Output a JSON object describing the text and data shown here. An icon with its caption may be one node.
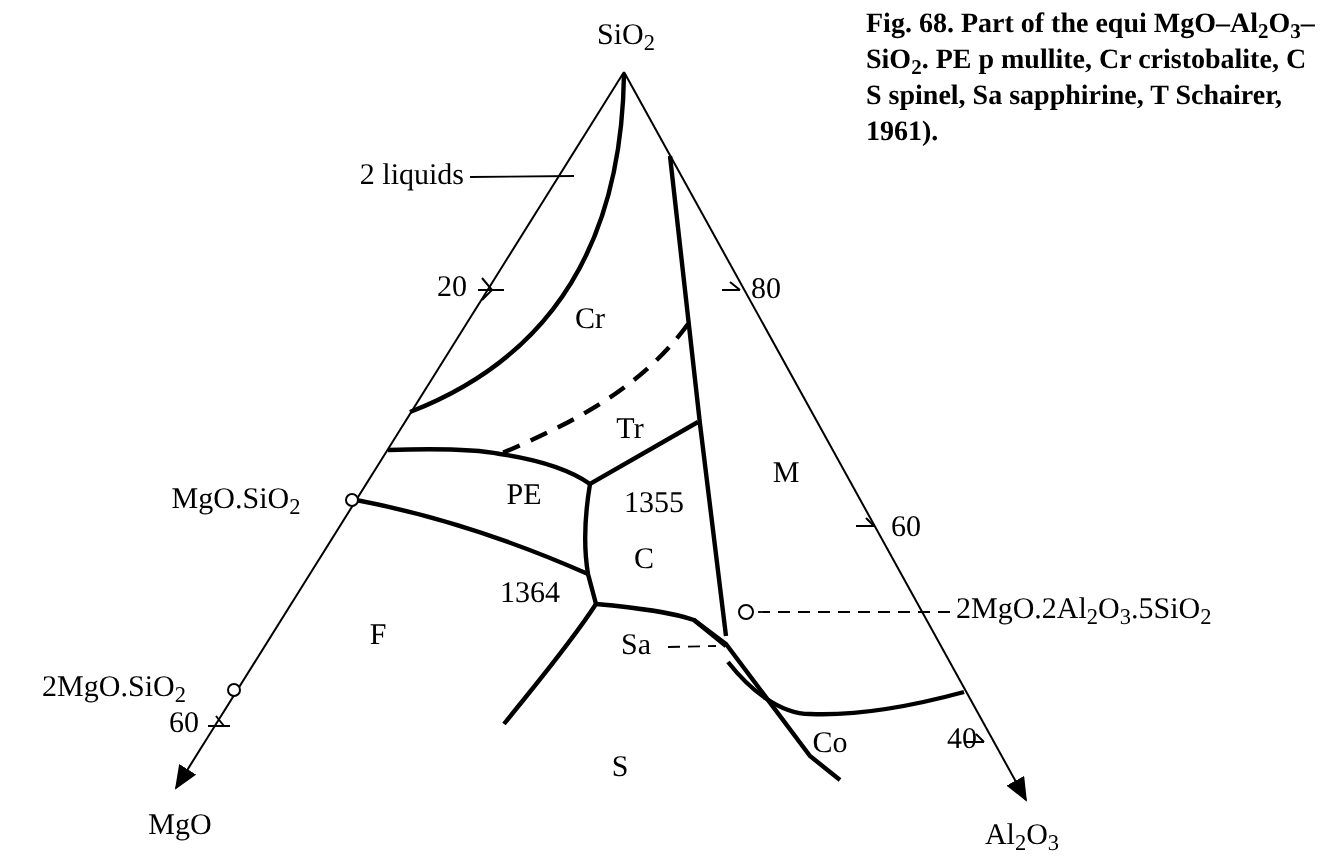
{
  "diagram": {
    "caption": "Fig. 68. Part of the equi MgO–Al$_{2}$O$_{3}$–SiO$_{2}$. PE p mullite, Cr cristobalite, C S spinel, Sa sapphirine, T Schairer, 1961).",
    "nodes": [
      {
        "text": [
          "2 liquids"
        ]
      },
      {
        "text": [
          "Sa"
        ]
      },
      {
        "text": [
          "2MgO.2Al$_{2}$O$_{3}$.5SiO$_{2}$"
        ]
      },
      {
        "text": [],
        "shape": "circle"
      }
    ],
    "edges": [
      {
        "from": 0,
        "to": null,
        "arrow": "none"
      },
      {
        "from": 1,
        "to": null,
        "arrow": "none",
        "style": "dashed"
      },
      {
        "from": 2,
        "to": 3,
        "arrow": "none",
        "style": "dashed"
      }
    ],
    "labels": [
      "SiO$_{2}$",
      "20",
      "80",
      "Cr",
      "Tr",
      "MgO.SiO$_{2}$",
      "PE",
      "1355",
      "M",
      "C",
      "60",
      "1364",
      "F",
      "2MgO.SiO$_{2}$",
      "60",
      "Co",
      "40",
      "S",
      "MgO",
      "Al$_{2}$O$_{3}$"
    ]
  }
}
